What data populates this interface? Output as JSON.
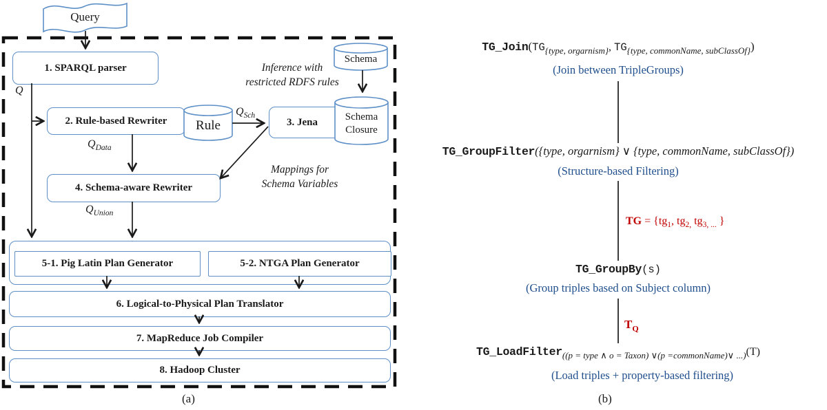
{
  "colors": {
    "border": "#5d8fc7",
    "blue": "#1f4e8c",
    "red": "#c00000",
    "ink": "#1a1a1a"
  },
  "panel_a": {
    "query_label": "Query",
    "boxes": {
      "b1": "1. SPARQL parser",
      "b2": "2. Rule-based Rewriter",
      "b3": "3. Jena",
      "b4": "4. Schema-aware Rewriter",
      "b51": "5-1. Pig Latin Plan Generator",
      "b52": "5-2. NTGA Plan Generator",
      "b6": "6. Logical-to-Physical Plan Translator",
      "b7": "7. MapReduce Job Compiler",
      "b8": "8. Hadoop Cluster"
    },
    "cylinders": {
      "rule": "Rule",
      "schema": "Schema",
      "closure_line1": "Schema",
      "closure_line2": "Closure"
    },
    "notes": {
      "inference_line1": "Inference with",
      "inference_line2": "restricted RDFS rules",
      "mappings_line1": "Mappings for",
      "mappings_line2": "Schema Variables"
    },
    "edge_labels": {
      "q": "Q",
      "q_data_base": "Q",
      "q_data_sub": "Data",
      "q_union_base": "Q",
      "q_union_sub": "Union",
      "q_sch_base": "Q",
      "q_sch_sub": "Sch"
    },
    "caption": "(a)"
  },
  "panel_b": {
    "row1": {
      "op": "TG_Join",
      "open": "(",
      "tg1": "TG",
      "sub1": "{type, orgarnism}",
      "sep": ", ",
      "tg2": "TG",
      "sub2": "{type, commonName, subClassOf}",
      "close": ")",
      "caption": "(Join between TripleGroups)"
    },
    "row2": {
      "op": "TG_GroupFilter",
      "args": "({type, orgarnism} ∨ {type, commonName, subClassOf})",
      "caption": "(Structure-based Filtering)"
    },
    "tg_set": {
      "p1": "TG",
      "p2": " = {tg",
      "s1": "1",
      "p3": ", tg",
      "s2": "2,",
      "p4": " tg",
      "s3": "3, ...",
      "p5": " }"
    },
    "row3": {
      "op": "TG_GroupBy",
      "args": "(s)",
      "caption": "(Group triples based on Subject column)"
    },
    "tq": {
      "base": "T",
      "sub": "Q"
    },
    "row4": {
      "op": "TG_LoadFilter",
      "sub": "((p = type ∧ o = Taxon) ∨(p =commonName)∨ ...)",
      "tail": "(T)",
      "caption": "(Load triples + property-based filtering)"
    },
    "caption": "(b)"
  }
}
